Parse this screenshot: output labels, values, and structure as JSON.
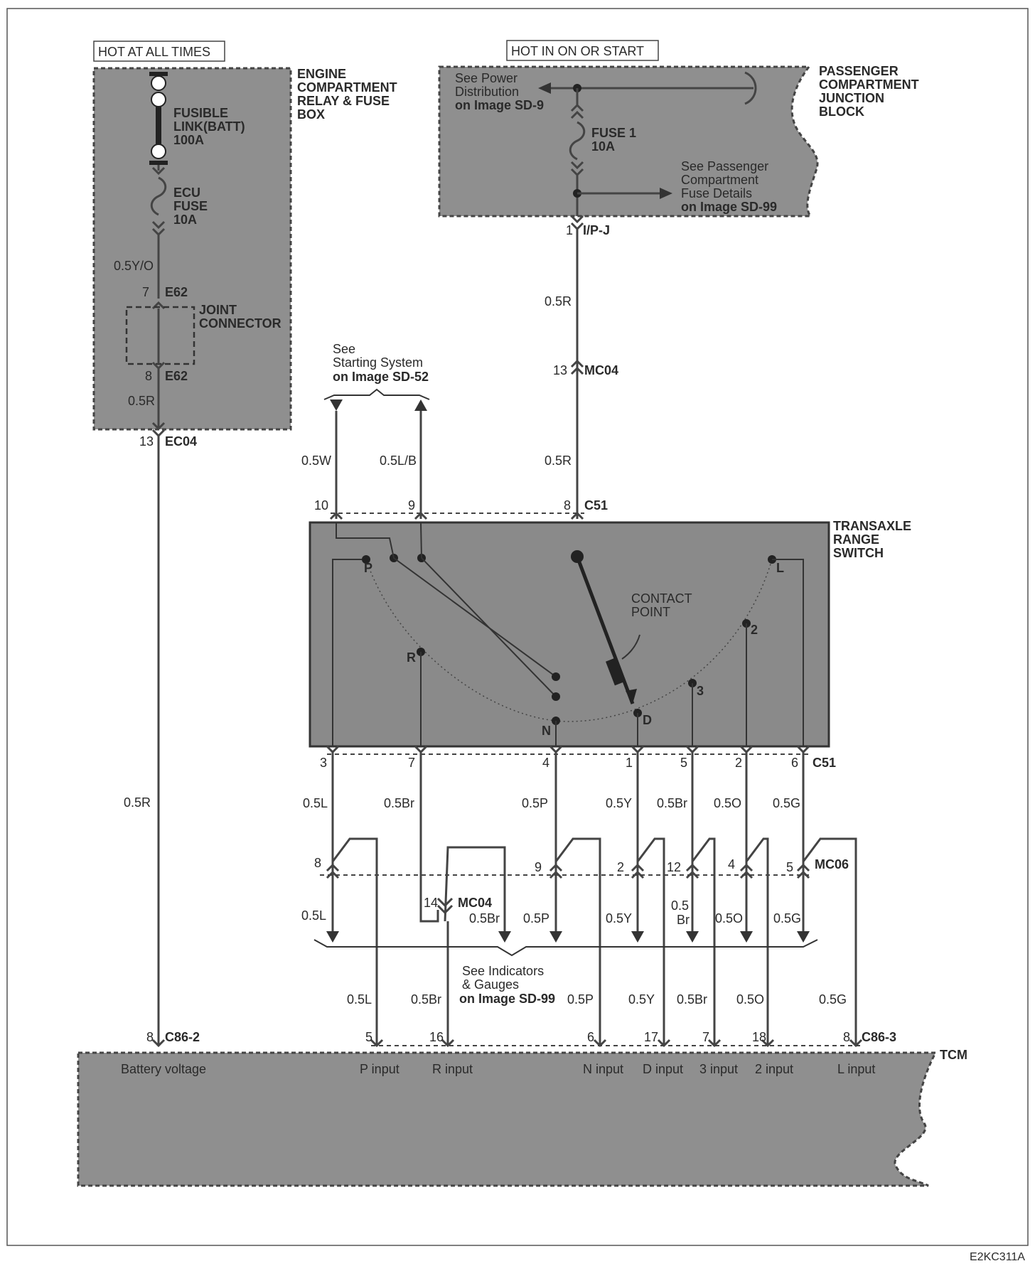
{
  "blocks": {
    "hot_at_all_times": "HOT AT ALL TIMES",
    "hot_in_on_or_start": "HOT IN ON OR START",
    "engine_box": [
      "ENGINE",
      "COMPARTMENT",
      "RELAY & FUSE",
      "BOX"
    ],
    "passenger_box": [
      "PASSENGER",
      "COMPARTMENT",
      "JUNCTION",
      "BLOCK"
    ],
    "transaxle_switch": [
      "TRANSAXLE",
      "RANGE",
      "SWITCH"
    ],
    "tcm": "TCM"
  },
  "fuses": {
    "fusible_link": [
      "FUSIBLE",
      "LINK(BATT)",
      "100A"
    ],
    "ecu_fuse": [
      "ECU",
      "FUSE",
      "10A"
    ],
    "fuse1": [
      "FUSE 1",
      "10A"
    ]
  },
  "references": {
    "power_distribution": [
      "See Power",
      "Distribution",
      "on Image SD-9"
    ],
    "passenger_fuse_details": [
      "See Passenger",
      "Compartment",
      "Fuse Details",
      "on Image SD-99"
    ],
    "starting_system": [
      "See",
      "Starting System",
      "on Image SD-52"
    ],
    "indicators_gauges": [
      "See Indicators",
      "& Gauges",
      "on Image SD-99"
    ]
  },
  "joint_connector": [
    "JOINT",
    "CONNECTOR"
  ],
  "contact_point": [
    "CONTACT",
    "POINT"
  ],
  "connectors": {
    "e62": "E62",
    "ec04": "EC04",
    "ipj": "I/P-J",
    "mc04": "MC04",
    "c51": "C51",
    "mc06": "MC06",
    "c86_2": "C86-2",
    "c86_3": "C86-3"
  },
  "pins": {
    "e62_top": "7",
    "e62_bot": "8",
    "ec04": "13",
    "ipj": "1",
    "mc04": "13",
    "c51_top": [
      "10",
      "9",
      "8"
    ],
    "c51_bottom": [
      "3",
      "7",
      "4",
      "1",
      "5",
      "2",
      "6"
    ],
    "mc06": [
      "8",
      "9",
      "2",
      "12",
      "4",
      "5"
    ],
    "mc04_r": "14",
    "c86_2": "8",
    "c86_3": [
      "5",
      "16",
      "6",
      "17",
      "7",
      "18",
      "8"
    ]
  },
  "wires": {
    "y_o": "0.5Y/O",
    "r": "0.5R",
    "w": "0.5W",
    "l_b": "0.5L/B",
    "row1": [
      "0.5L",
      "0.5Br",
      "0.5P",
      "0.5Y",
      "0.5Br",
      "0.5O",
      "0.5G"
    ],
    "row2_l": "0.5L",
    "row2_br": "0.5Br",
    "row2_p": "0.5P",
    "row2_y": "0.5Y",
    "row2_br2": [
      "0.5",
      "Br"
    ],
    "row2_o": "0.5O",
    "row2_g": "0.5G",
    "row3": [
      "0.5L",
      "0.5Br",
      "0.5P",
      "0.5Y",
      "0.5Br",
      "0.5O",
      "0.5G"
    ]
  },
  "switch_positions": [
    "P",
    "R",
    "N",
    "D",
    "3",
    "2",
    "L"
  ],
  "tcm_inputs": [
    "Battery voltage",
    "P input",
    "R input",
    "N input",
    "D input",
    "3 input",
    "2 input",
    "L input"
  ],
  "figure_code": "E2KC311A"
}
